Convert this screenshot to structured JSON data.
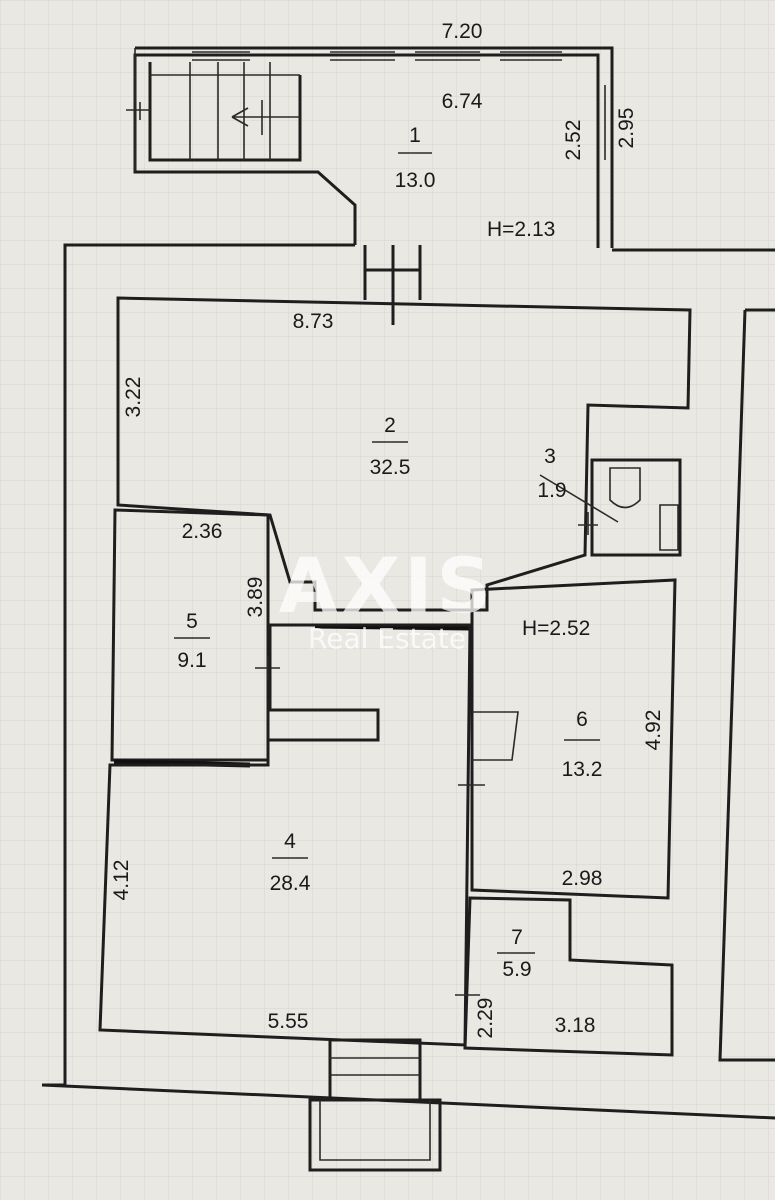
{
  "watermark": {
    "brand": "AXIS",
    "sub": "Real Estate"
  },
  "rooms": [
    {
      "number": "1",
      "area": "13.0"
    },
    {
      "number": "2",
      "area": "32.5"
    },
    {
      "number": "3",
      "area": "1.9"
    },
    {
      "number": "4",
      "area": "28.4"
    },
    {
      "number": "5",
      "area": "9.1"
    },
    {
      "number": "6",
      "area": "13.2"
    },
    {
      "number": "7",
      "area": "5.9"
    }
  ],
  "dimensions": {
    "top_overall": "7.20",
    "r1_width": "6.74",
    "r1_depth": "2.52",
    "r1_outer": "2.95",
    "r1_height": "H=2.13",
    "r2_width": "8.73",
    "r2_depth": "3.22",
    "r5_width": "2.36",
    "r5_depth": "3.89",
    "main_height": "H=2.52",
    "r6_depth": "4.92",
    "r6_width": "2.98",
    "r4_depth": "4.12",
    "r4_width": "5.55",
    "r7_depth": "2.29",
    "r7_width": "3.18"
  }
}
